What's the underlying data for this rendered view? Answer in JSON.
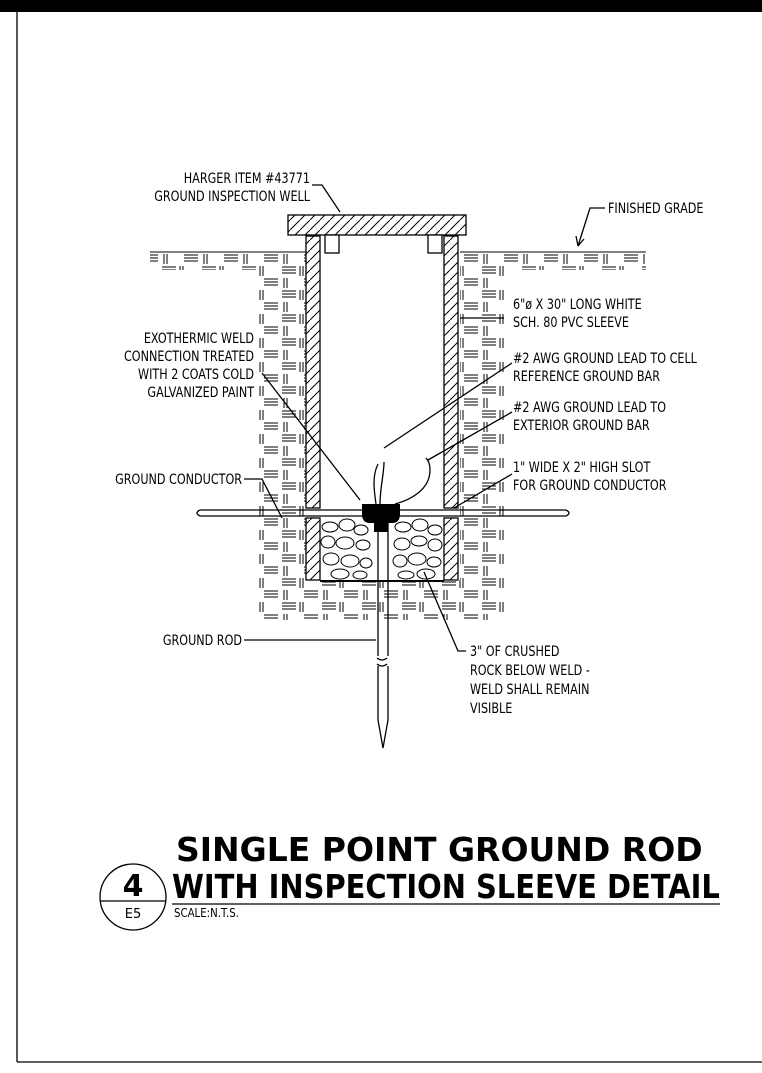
{
  "labels": {
    "inspection_well_1": "HARGER ITEM #43771",
    "inspection_well_2": "GROUND INSPECTION WELL",
    "finished_grade": "FINISHED GRADE",
    "pvc_sleeve_1": "6\"ø X 30\" LONG WHITE",
    "pvc_sleeve_2": "SCH. 80 PVC SLEEVE",
    "exothermic_1": "EXOTHERMIC WELD",
    "exothermic_2": "CONNECTION TREATED",
    "exothermic_3": "WITH 2 COATS COLD",
    "exothermic_4": "GALVANIZED PAINT",
    "lead_cell_1": "#2 AWG GROUND LEAD TO CELL",
    "lead_cell_2": "REFERENCE GROUND BAR",
    "lead_ext_1": "#2 AWG GROUND LEAD TO",
    "lead_ext_2": "EXTERIOR GROUND BAR",
    "ground_conductor": "GROUND CONDUCTOR",
    "slot_1": "1\" WIDE X 2\" HIGH SLOT",
    "slot_2": "FOR GROUND CONDUCTOR",
    "ground_rod": "GROUND ROD",
    "rock_1": "3\" OF CRUSHED",
    "rock_2": "ROCK BELOW WELD -",
    "rock_3": "WELD SHALL REMAIN",
    "rock_4": "VISIBLE"
  },
  "title": {
    "line1": "SINGLE POINT GROUND ROD",
    "line2": "WITH INSPECTION SLEEVE DETAIL",
    "scale": "SCALE:N.T.S.",
    "detail_number": "4",
    "sheet_ref": "E5"
  },
  "colors": {
    "linework": "#000000",
    "background": "#ffffff"
  }
}
